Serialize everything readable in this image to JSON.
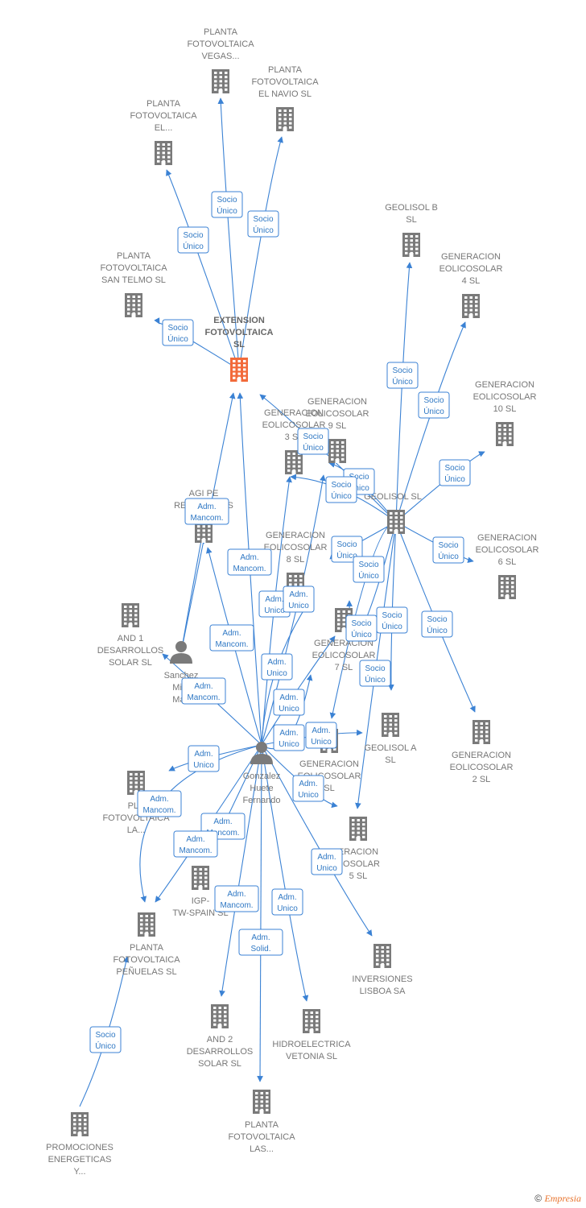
{
  "colors": {
    "edge": "#3b82d4",
    "building": "#7a7a7a",
    "focus_building": "#f26a3a",
    "person": "#7a7a7a",
    "label": "#777777"
  },
  "nodes": [
    {
      "id": "n0",
      "type": "company",
      "focus": true,
      "icon": "building-icon",
      "lines": [
        "EXTENSION",
        "FOTOVOLTAICA",
        "SL"
      ]
    },
    {
      "id": "n1",
      "type": "company",
      "icon": "building-icon",
      "lines": [
        "PLANTA",
        "FOTOVOLTAICA",
        "VEGAS..."
      ]
    },
    {
      "id": "n2",
      "type": "company",
      "icon": "building-icon",
      "lines": [
        "PLANTA",
        "FOTOVOLTAICA",
        "EL NAVIO  SL"
      ]
    },
    {
      "id": "n3",
      "type": "company",
      "icon": "building-icon",
      "lines": [
        "PLANTA",
        "FOTOVOLTAICA",
        "EL..."
      ]
    },
    {
      "id": "n4",
      "type": "company",
      "icon": "building-icon",
      "lines": [
        "PLANTA",
        "FOTOVOLTAICA",
        "SAN TELMO  SL"
      ]
    },
    {
      "id": "n5",
      "type": "company",
      "icon": "building-icon",
      "lines": [
        "GEOLISOL B",
        "SL"
      ]
    },
    {
      "id": "n6",
      "type": "company",
      "icon": "building-icon",
      "lines": [
        "GENERACION",
        "EOLICOSOLAR",
        "4  SL"
      ]
    },
    {
      "id": "n7",
      "type": "company",
      "icon": "building-icon",
      "lines": [
        "GENERACION",
        "EOLICOSOLAR",
        "10  SL"
      ]
    },
    {
      "id": "n8",
      "type": "company",
      "icon": "building-icon",
      "lines": [
        "GENERACION",
        "EOLICOSOLAR",
        "9  SL"
      ]
    },
    {
      "id": "n9",
      "type": "company",
      "icon": "building-icon",
      "lines": [
        "GENERACION",
        "EOLICOSOLAR",
        "3  SL"
      ]
    },
    {
      "id": "n10",
      "type": "company",
      "icon": "building-icon",
      "lines": [
        "GEOLISOL  SL"
      ]
    },
    {
      "id": "n11",
      "type": "company",
      "icon": "building-icon",
      "lines": [
        "AGI PE",
        "RENOVABLES"
      ]
    },
    {
      "id": "n12",
      "type": "company",
      "icon": "building-icon",
      "lines": [
        "GENERACION",
        "EOLICOSOLAR",
        "8  SL"
      ]
    },
    {
      "id": "n13",
      "type": "company",
      "icon": "building-icon",
      "lines": [
        "GENERACION",
        "EOLICOSOLAR",
        "6  SL"
      ]
    },
    {
      "id": "n14",
      "type": "company",
      "icon": "building-icon",
      "lines": [
        "AND 1",
        "DESARROLLOS",
        "SOLAR  SL"
      ]
    },
    {
      "id": "n15",
      "type": "person",
      "icon": "person-icon",
      "lines": [
        "Sanchez",
        "Mira",
        "Mari"
      ]
    },
    {
      "id": "n16",
      "type": "company",
      "icon": "building-icon",
      "lines": [
        "GENERACION",
        "EOLICOSOLAR",
        "7  SL"
      ]
    },
    {
      "id": "n17",
      "type": "company",
      "icon": "building-icon",
      "lines": [
        "GEOLISOL A",
        "SL"
      ]
    },
    {
      "id": "n18",
      "type": "company",
      "icon": "building-icon",
      "lines": [
        "GENERACION",
        "EOLICOSOLAR",
        "2  SL"
      ]
    },
    {
      "id": "n19",
      "type": "person",
      "icon": "person-icon",
      "lines": [
        "Gonzalez",
        "Huete",
        "Fernando"
      ]
    },
    {
      "id": "n20",
      "type": "company",
      "icon": "building-icon",
      "lines": [
        "GENERACION",
        "EOLICOSOLAR",
        "SL"
      ]
    },
    {
      "id": "n21",
      "type": "company",
      "icon": "building-icon",
      "lines": [
        "PLA",
        "FOTOVOLTAICA",
        "LA..."
      ]
    },
    {
      "id": "n22",
      "type": "company",
      "icon": "building-icon",
      "lines": [
        "ERACION",
        "COSOLAR",
        "5  SL"
      ]
    },
    {
      "id": "n23",
      "type": "company",
      "icon": "building-icon",
      "lines": [
        "IGP-",
        "TW-SPAIN  SL"
      ]
    },
    {
      "id": "n24",
      "type": "company",
      "icon": "building-icon",
      "lines": [
        "PLANTA",
        "FOTOVOLTAICA",
        "PEÑUELAS SL"
      ]
    },
    {
      "id": "n25",
      "type": "company",
      "icon": "building-icon",
      "lines": [
        "INVERSIONES",
        "LISBOA SA"
      ]
    },
    {
      "id": "n26",
      "type": "company",
      "icon": "building-icon",
      "lines": [
        "AND 2",
        "DESARROLLOS",
        "SOLAR  SL"
      ]
    },
    {
      "id": "n27",
      "type": "company",
      "icon": "building-icon",
      "lines": [
        "HIDROELECTRICA",
        "VETONIA SL"
      ]
    },
    {
      "id": "n28",
      "type": "company",
      "icon": "building-icon",
      "lines": [
        "PLANTA",
        "FOTOVOLTAICA",
        "LAS..."
      ]
    },
    {
      "id": "n29",
      "type": "company",
      "icon": "building-icon",
      "lines": [
        "PROMOCIONES",
        "ENERGETICAS",
        "Y..."
      ]
    }
  ],
  "edges": [
    {
      "from": "n0",
      "to": "n1",
      "label": [
        "Socio",
        "Único"
      ]
    },
    {
      "from": "n0",
      "to": "n2",
      "label": [
        "Socio",
        "Único"
      ]
    },
    {
      "from": "n0",
      "to": "n3",
      "label": [
        "Socio",
        "Único"
      ]
    },
    {
      "from": "n0",
      "to": "n4",
      "label": [
        "Socio",
        "Único"
      ]
    },
    {
      "from": "n10",
      "to": "n5",
      "label": [
        "Socio",
        "Único"
      ]
    },
    {
      "from": "n10",
      "to": "n6",
      "label": [
        "Socio",
        "Único"
      ]
    },
    {
      "from": "n10",
      "to": "n7",
      "label": [
        "Socio",
        "Único"
      ]
    },
    {
      "from": "n10",
      "to": "n0",
      "label": [
        "Socio",
        "Único"
      ]
    },
    {
      "from": "n10",
      "to": "n8",
      "label": [
        "Socio",
        "Único"
      ]
    },
    {
      "from": "n10",
      "to": "n9",
      "label": [
        "Socio",
        "Único"
      ]
    },
    {
      "from": "n10",
      "to": "n12",
      "label": [
        "Socio",
        "Único"
      ]
    },
    {
      "from": "n10",
      "to": "n13",
      "label": [
        "Socio",
        "Único"
      ]
    },
    {
      "from": "n10",
      "to": "n16",
      "label": [
        "Socio",
        "Único"
      ]
    },
    {
      "from": "n10",
      "to": "n18",
      "label": [
        "Socio",
        "Único"
      ]
    },
    {
      "from": "n10",
      "to": "n17",
      "label": [
        "Socio",
        "Único"
      ]
    },
    {
      "from": "n10",
      "to": "n20",
      "label": [
        "Socio",
        "Único"
      ]
    },
    {
      "from": "n10",
      "to": "n22",
      "label": [
        "Socio",
        "Único"
      ]
    },
    {
      "from": "n15",
      "to": "n11",
      "label": [
        "Adm.",
        "Mancom."
      ]
    },
    {
      "from": "n15",
      "to": "n0",
      "label": []
    },
    {
      "from": "n19",
      "to": "n0",
      "label": [
        "Adm.",
        "Mancom."
      ]
    },
    {
      "from": "n19",
      "to": "n11",
      "label": [
        "Adm.",
        "Mancom."
      ]
    },
    {
      "from": "n19",
      "to": "n15",
      "label": [
        "Adm.",
        "Mancom."
      ]
    },
    {
      "from": "n19",
      "to": "n9",
      "label": [
        "Adm.",
        "Unico"
      ]
    },
    {
      "from": "n19",
      "to": "n8",
      "label": [
        "Adm.",
        "Unico"
      ]
    },
    {
      "from": "n19",
      "to": "n12",
      "label": [
        "Adm.",
        "Unico"
      ]
    },
    {
      "from": "n19",
      "to": "n16",
      "label": [
        "Adm.",
        "Unico"
      ]
    },
    {
      "from": "n19",
      "to": "n17",
      "label": [
        "Adm.",
        "Unico"
      ]
    },
    {
      "from": "n19",
      "to": "n20",
      "label": [
        "Adm.",
        "Unico"
      ]
    },
    {
      "from": "n19",
      "to": "n14",
      "label": [
        "Adm.",
        "Unico"
      ]
    },
    {
      "from": "n19",
      "to": "n21",
      "label": [
        "Adm.",
        "Mancom."
      ]
    },
    {
      "from": "n19",
      "to": "n24",
      "label": [
        "Adm.",
        "Mancom."
      ]
    },
    {
      "from": "n19",
      "to": "n23",
      "label": [
        "Adm.",
        "Mancom."
      ]
    },
    {
      "from": "n19",
      "to": "n26",
      "label": [
        "Adm.",
        "Mancom."
      ]
    },
    {
      "from": "n19",
      "to": "n28",
      "label": [
        "Adm.",
        "Solid."
      ]
    },
    {
      "from": "n19",
      "to": "n27",
      "label": [
        "Adm.",
        "Unico"
      ]
    },
    {
      "from": "n19",
      "to": "n25",
      "label": [
        "Adm.",
        "Unico"
      ]
    },
    {
      "from": "n19",
      "to": "n22",
      "label": [
        "Adm.",
        "Unico"
      ]
    },
    {
      "from": "n29",
      "to": "n24",
      "label": [
        "Socio",
        "Único"
      ]
    }
  ],
  "footer": {
    "copyright": "©",
    "brand": "Empresia"
  }
}
